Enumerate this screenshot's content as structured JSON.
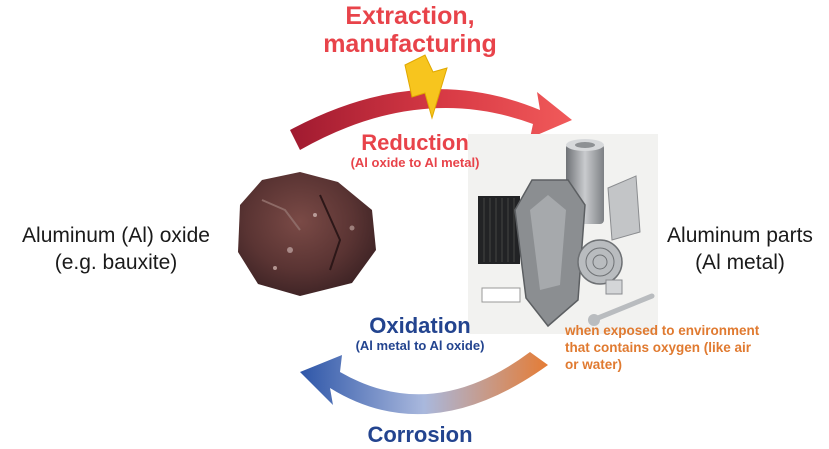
{
  "top": {
    "title_line1": "Extraction,",
    "title_line2": "manufacturing"
  },
  "reduction": {
    "title": "Reduction",
    "subtitle": "(Al oxide to Al metal)"
  },
  "oxidation": {
    "title": "Oxidation",
    "subtitle": "(Al metal to Al oxide)"
  },
  "corrosion": {
    "title": "Corrosion"
  },
  "environment_note": {
    "line1": "when exposed to environment",
    "line2": "that contains oxygen (like air",
    "line3": "or water)"
  },
  "left": {
    "line1": "Aluminum (Al) oxide",
    "line2": "(e.g. bauxite)"
  },
  "right": {
    "line1": "Aluminum parts",
    "line2": "(Al metal)"
  },
  "colors": {
    "reduction_red": "#e8434a",
    "arrow_dark_red": "#9b1c2c",
    "oxidation_blue": "#23448f",
    "corrosion_orange": "#e07a30",
    "lightning_yellow": "#f7c51e"
  },
  "icons": {
    "lightning": "lightning-bolt-icon",
    "ore": "bauxite-rock-image",
    "parts": "aluminum-parts-image"
  }
}
